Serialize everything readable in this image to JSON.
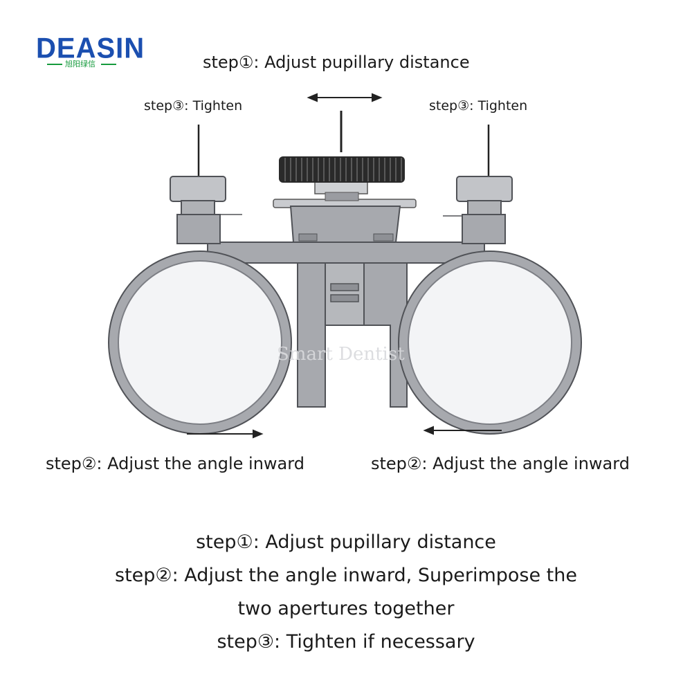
{
  "logo": {
    "brand": "DEASIN",
    "subtitle": "旭阳绿信"
  },
  "watermark": "Smart Dentist",
  "labels": {
    "step1_top": "step①: Adjust pupillary distance",
    "step3_left": "step③: Tighten",
    "step3_right": "step③: Tighten",
    "step2_left": "step②: Adjust the angle inward",
    "step2_right": "step②: Adjust the angle inward"
  },
  "instructions": [
    "step①: Adjust pupillary distance",
    "step②: Adjust the angle inward, Superimpose the",
    "two apertures together",
    "step③: Tighten if necessary"
  ],
  "colors": {
    "brand_blue": "#1b4fb0",
    "brand_green": "#159a3c",
    "metal": "#a7a9ae",
    "metal_dark": "#7d7f85",
    "lens": "#f3f4f6",
    "knob": "#2a2a2a"
  }
}
